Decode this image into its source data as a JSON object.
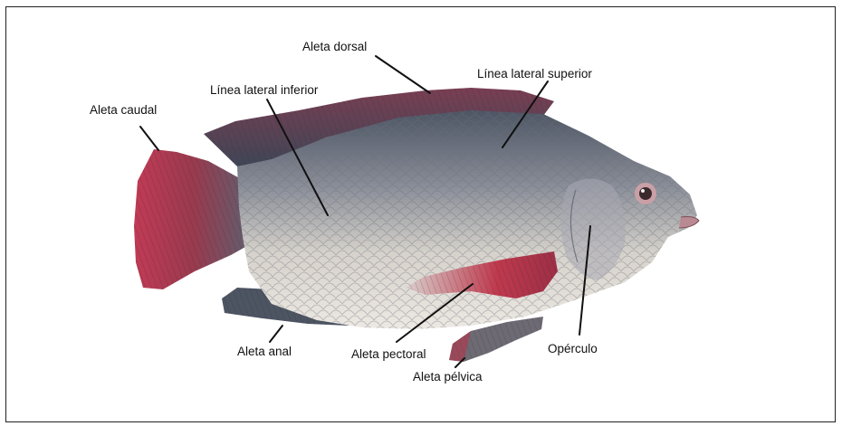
{
  "labels": {
    "aleta_dorsal": "Aleta dorsal",
    "linea_lateral_superior": "Línea lateral superior",
    "linea_lateral_inferior": "Línea lateral inferior",
    "aleta_caudal": "Aleta caudal",
    "aleta_anal": "Aleta anal",
    "aleta_pectoral": "Aleta pectoral",
    "aleta_pelvica": "Aleta pélvica",
    "operculo": "Opérculo"
  },
  "colors": {
    "body_light": "#d9d6d1",
    "body_dark": "#5f6470",
    "fin_red": "#b4344a",
    "fin_dark": "#4a4f5e",
    "leader_line": "#111111",
    "frame_border": "#222222"
  }
}
